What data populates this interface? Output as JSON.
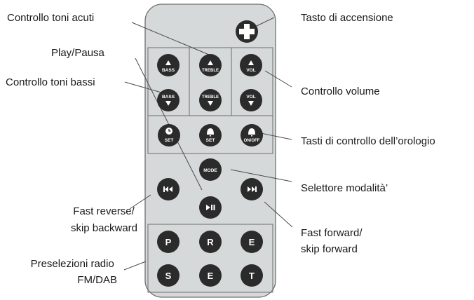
{
  "labels": {
    "treble": "Controllo toni acuti",
    "power": "Tasto di accensione",
    "bass": "Controllo toni bassi",
    "volume": "Controllo volume",
    "play": "Play/Pausa",
    "clock": "Tasti di controllo dell’orologio",
    "mode": "Selettore modalità’",
    "reverse_1": "Fast reverse/",
    "reverse_2": "skip backward",
    "forward_1": "Fast forward/",
    "forward_2": "skip forward",
    "presets_1": "Preselezioni radio",
    "presets_2": "FM/DAB"
  },
  "buttons": {
    "bass": "BASS",
    "treble": "TREBLE",
    "vol": "VOL",
    "set": "SET",
    "on_off": "ON/OFF",
    "mode": "MODE",
    "p": "P",
    "r": "R",
    "e1": "E",
    "s": "S",
    "e2": "E",
    "t": "T"
  },
  "colors": {
    "body": "#d6d9d9",
    "button": "#2b2b2b",
    "outline": "#6f6f6f"
  }
}
